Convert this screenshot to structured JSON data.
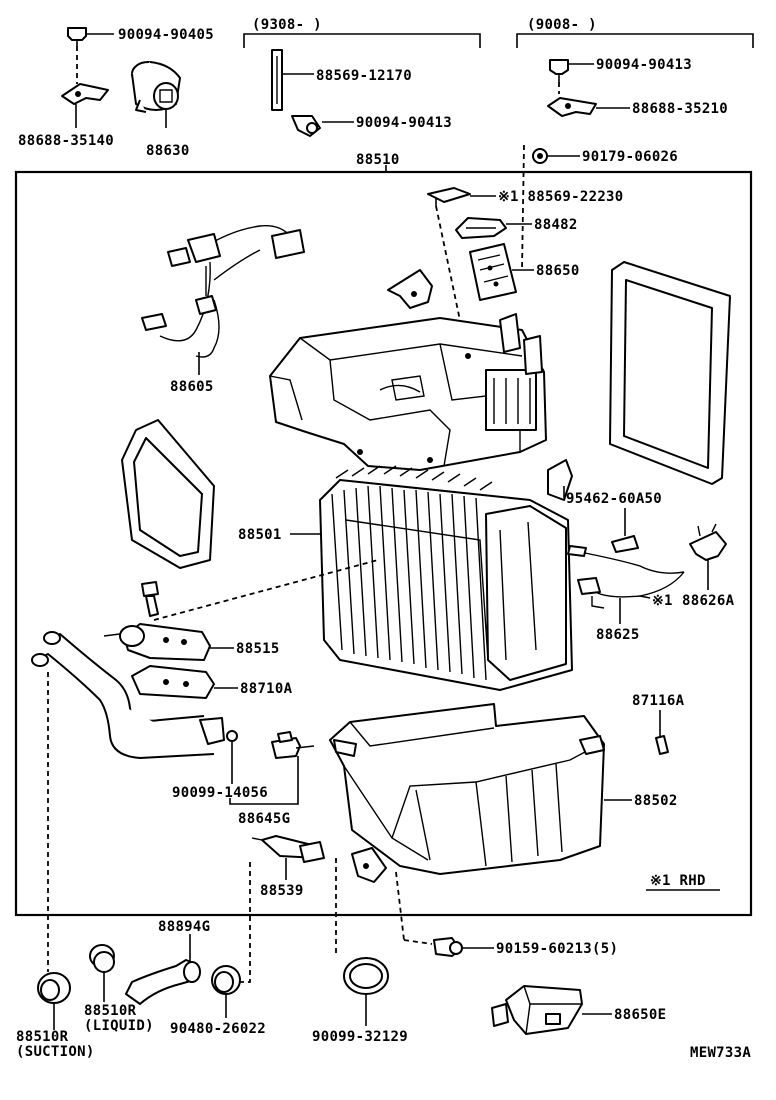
{
  "diagram": {
    "code": "MEW733A",
    "note": "※1 RHD",
    "groups": [
      {
        "id": "g1",
        "label": "(9308-     )"
      },
      {
        "id": "g2",
        "label": "(9008-     )"
      }
    ],
    "callouts": [
      "90094-90405",
      "88688-35140",
      "88630",
      "88569-12170",
      "90094-90413",
      "90094-90413",
      "88688-35210",
      "90179-06026",
      "88510",
      "※1 88569-22230",
      "88482",
      "88650",
      "88605",
      "88501",
      "95462-60A50",
      "※1",
      "88626A",
      "88625",
      "88515",
      "88710A",
      "87116A",
      "90099-14056",
      "88645G",
      "88502",
      "88539",
      "88894G",
      "90159-60213(5)",
      "88510R",
      "(SUCTION)",
      "88510R",
      "(LIQUID)",
      "90480-26022",
      "90099-32129",
      "88650E"
    ]
  }
}
